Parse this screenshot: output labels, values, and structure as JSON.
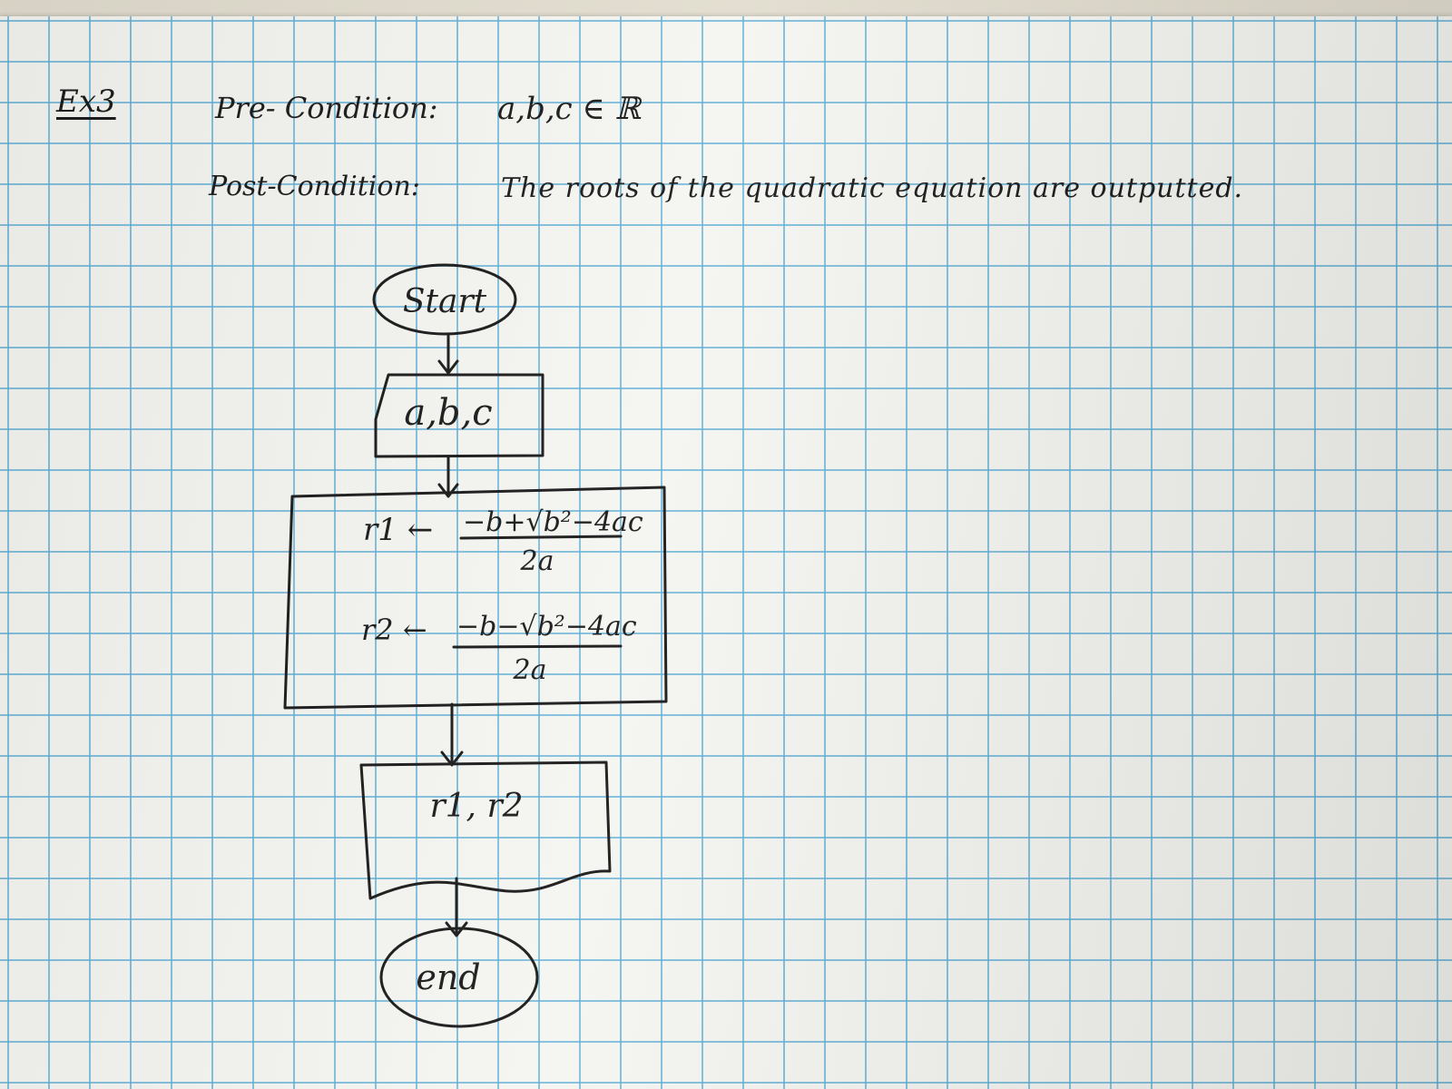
{
  "heading": {
    "exercise": "Ex3"
  },
  "pre_condition": {
    "label": "Pre- Condition:",
    "value": "a,b,c ∈ ℝ"
  },
  "post_condition": {
    "label": "Post-Condition:",
    "value": "The roots of the quadratic equation are outputted."
  },
  "flowchart": {
    "start": "Start",
    "input": "a,b,c",
    "process": {
      "r1": {
        "lhs": "r1 ←",
        "numerator": "−b+√b²−4ac",
        "denominator": "2a"
      },
      "r2": {
        "lhs": "r2 ←",
        "numerator": "−b−√b²−4ac",
        "denominator": "2a"
      }
    },
    "output": "r1, r2",
    "end": "end"
  }
}
